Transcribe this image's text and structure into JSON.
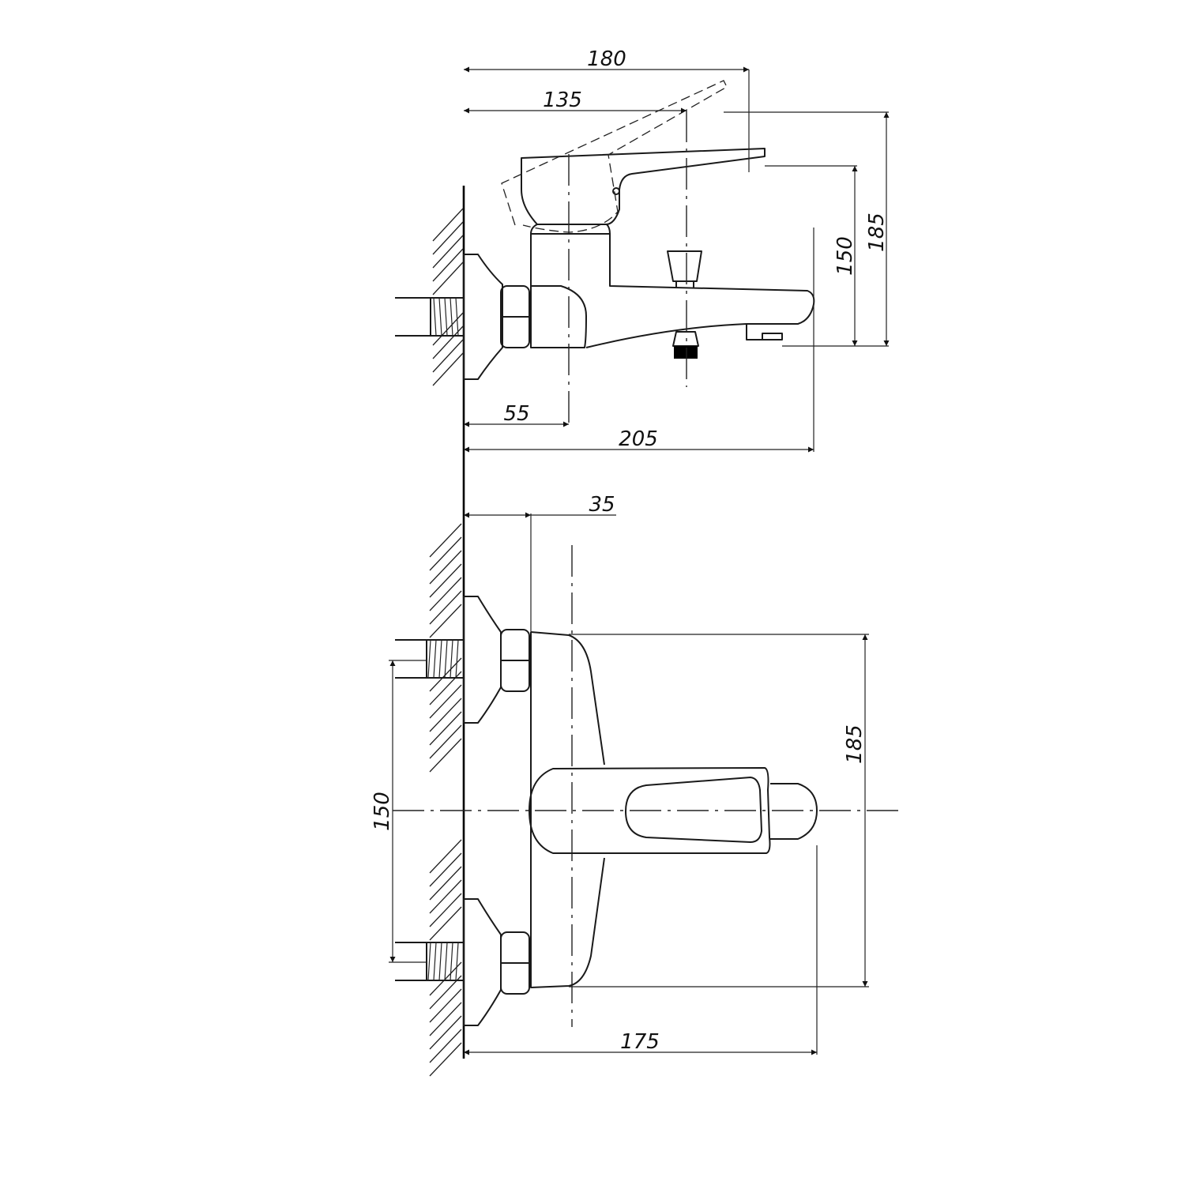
{
  "side_view": {
    "dim_180": "180",
    "dim_135": "135",
    "dim_185": "185",
    "dim_150": "150",
    "dim_55": "55",
    "dim_205": "205"
  },
  "front_view": {
    "dim_35": "35",
    "dim_185": "185",
    "dim_150": "150",
    "dim_175": "175"
  },
  "colors": {
    "line": "#1a1a1a",
    "background": "#ffffff"
  }
}
